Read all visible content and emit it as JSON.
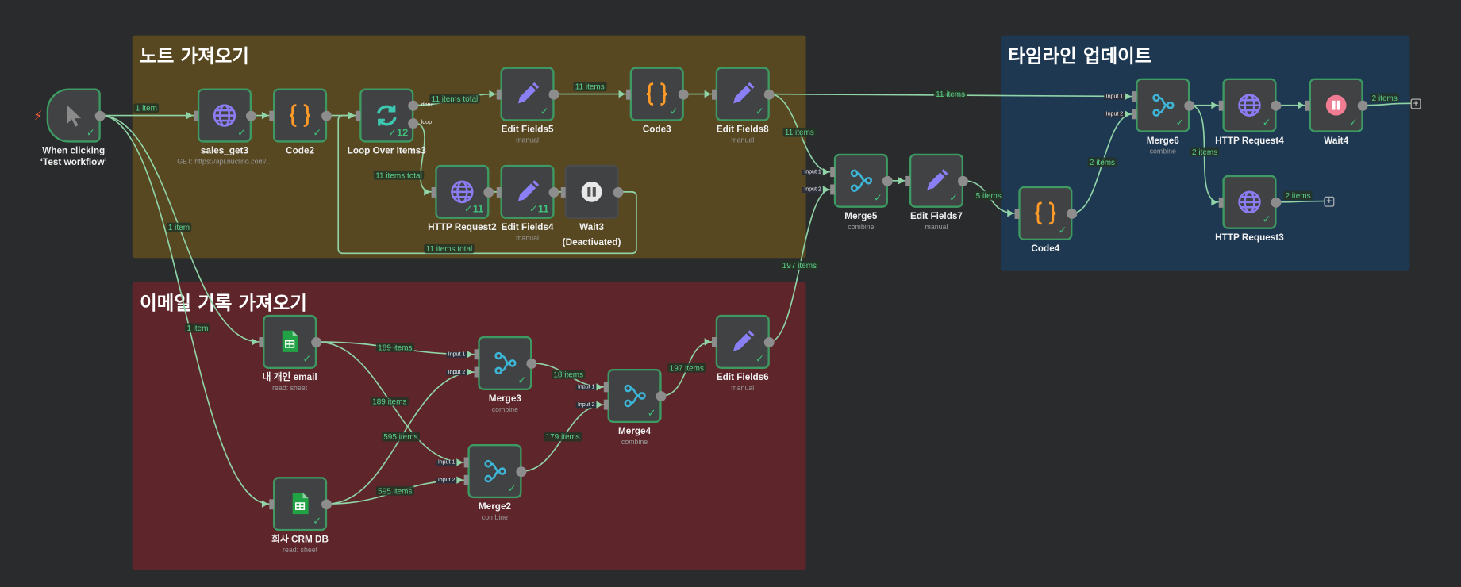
{
  "colors": {
    "edge": "#8fd3a6",
    "success": "#3ec27a",
    "group_notes": "#574822",
    "group_email": "#5e262b",
    "group_timeline": "#1e3852"
  },
  "groups": [
    {
      "title": "노트 가져오기"
    },
    {
      "title": "이메일 기록 가져오기"
    },
    {
      "title": "타임라인 업데이트"
    }
  ],
  "nodes": [
    {
      "name": "When clicking ‘Test workflow’",
      "icon": "cursor-icon",
      "status": "success",
      "trigger": true
    },
    {
      "name": "sales_get3",
      "subtitle": "GET: https://api.nuclino.com/...",
      "icon": "globe-icon",
      "status": "success"
    },
    {
      "name": "Code2",
      "icon": "code-braces-icon",
      "status": "success"
    },
    {
      "name": "Loop Over Items3",
      "icon": "loop-icon",
      "status": "success",
      "badge": "12"
    },
    {
      "name": "Edit Fields5",
      "subtitle": "manual",
      "icon": "pencil-icon",
      "status": "success"
    },
    {
      "name": "Code3",
      "icon": "code-braces-icon",
      "status": "success"
    },
    {
      "name": "Edit Fields8",
      "subtitle": "manual",
      "icon": "pencil-icon",
      "status": "success"
    },
    {
      "name": "HTTP Request2",
      "icon": "globe-icon",
      "status": "success",
      "badge": "11"
    },
    {
      "name": "Edit Fields4",
      "subtitle": "manual",
      "icon": "pencil-icon",
      "status": "success",
      "badge": "11"
    },
    {
      "name": "Wait3",
      "subtitle2": "(Deactivated)",
      "icon": "pause-icon",
      "status": "deactivated"
    },
    {
      "name": "Merge5",
      "subtitle": "combine",
      "icon": "merge-icon",
      "status": "success"
    },
    {
      "name": "Edit Fields7",
      "subtitle": "manual",
      "icon": "pencil-icon",
      "status": "success"
    },
    {
      "name": "Code4",
      "icon": "code-braces-icon",
      "status": "success"
    },
    {
      "name": "Merge6",
      "subtitle": "combine",
      "icon": "merge-icon",
      "status": "success"
    },
    {
      "name": "HTTP Request4",
      "icon": "globe-icon",
      "status": "success"
    },
    {
      "name": "Wait4",
      "icon": "pause-pink-icon",
      "status": "success"
    },
    {
      "name": "HTTP Request3",
      "icon": "globe-icon",
      "status": "success"
    },
    {
      "name": "내 개인 email",
      "subtitle": "read: sheet",
      "icon": "google-sheets-icon",
      "status": "success"
    },
    {
      "name": "회사 CRM DB",
      "subtitle": "read: sheet",
      "icon": "google-sheets-icon",
      "status": "success"
    },
    {
      "name": "Merge3",
      "subtitle": "combine",
      "icon": "merge-icon",
      "status": "success"
    },
    {
      "name": "Merge2",
      "subtitle": "combine",
      "icon": "merge-icon",
      "status": "success"
    },
    {
      "name": "Merge4",
      "subtitle": "combine",
      "icon": "merge-icon",
      "status": "success"
    },
    {
      "name": "Edit Fields6",
      "subtitle": "manual",
      "icon": "pencil-icon",
      "status": "success"
    }
  ],
  "ports": {
    "done": "done",
    "loop": "loop",
    "input1": "Input 1",
    "input2": "Input 2"
  },
  "edges": [
    {
      "from": "When clicking ‘Test workflow’",
      "to": "sales_get3",
      "label": "1 item"
    },
    {
      "from": "When clicking ‘Test workflow’",
      "to": "내 개인 email",
      "label": "1 item"
    },
    {
      "from": "When clicking ‘Test workflow’",
      "to": "회사 CRM DB",
      "label": "1 item"
    },
    {
      "from": "sales_get3",
      "to": "Code2",
      "label": ""
    },
    {
      "from": "Code2",
      "to": "Loop Over Items3",
      "label": ""
    },
    {
      "from": "Loop Over Items3",
      "to": "Edit Fields5",
      "label": "11 items total"
    },
    {
      "from": "Loop Over Items3",
      "to": "HTTP Request2",
      "label": "11 items total"
    },
    {
      "from": "HTTP Request2",
      "to": "Edit Fields4",
      "label": ""
    },
    {
      "from": "Edit Fields4",
      "to": "Wait3",
      "label": ""
    },
    {
      "from": "Wait3",
      "to": "Loop Over Items3",
      "label": "11 items total"
    },
    {
      "from": "Edit Fields5",
      "to": "Code3",
      "label": "11 items"
    },
    {
      "from": "Code3",
      "to": "Edit Fields8",
      "label": ""
    },
    {
      "from": "Edit Fields8",
      "to": "Merge6",
      "label": "11 items"
    },
    {
      "from": "Edit Fields8",
      "to": "Merge5",
      "label": "11 items"
    },
    {
      "from": "Edit Fields6",
      "to": "Merge5",
      "label": "197 items"
    },
    {
      "from": "Merge5",
      "to": "Edit Fields7",
      "label": ""
    },
    {
      "from": "Edit Fields7",
      "to": "Code4",
      "label": "5 items"
    },
    {
      "from": "Code4",
      "to": "Merge6",
      "label": "2 items"
    },
    {
      "from": "Merge6",
      "to": "HTTP Request4",
      "label": ""
    },
    {
      "from": "Merge6",
      "to": "HTTP Request3",
      "label": "2 items"
    },
    {
      "from": "HTTP Request4",
      "to": "Wait4",
      "label": ""
    },
    {
      "from": "Wait4",
      "to": "",
      "label": "2 items"
    },
    {
      "from": "HTTP Request3",
      "to": "",
      "label": "2 items"
    },
    {
      "from": "내 개인 email",
      "to": "Merge3",
      "label": "189 items"
    },
    {
      "from": "내 개인 email",
      "to": "Merge2",
      "label": "189 items"
    },
    {
      "from": "회사 CRM DB",
      "to": "Merge3",
      "label": "595 items"
    },
    {
      "from": "회사 CRM DB",
      "to": "Merge2",
      "label": "595 items"
    },
    {
      "from": "Merge3",
      "to": "Merge4",
      "label": "18 items"
    },
    {
      "from": "Merge2",
      "to": "Merge4",
      "label": "179 items"
    },
    {
      "from": "Merge4",
      "to": "Edit Fields6",
      "label": "197 items"
    }
  ]
}
